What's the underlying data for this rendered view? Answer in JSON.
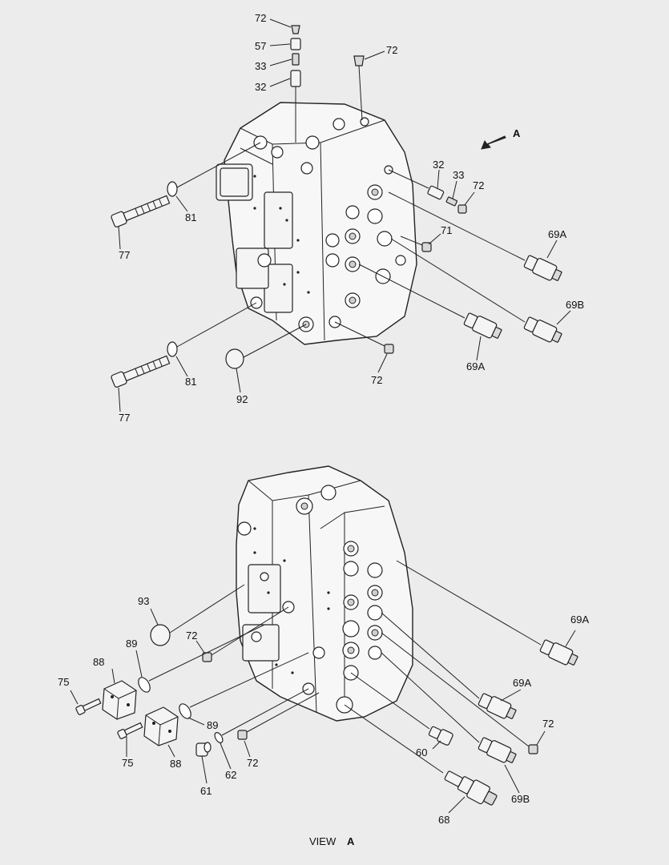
{
  "labels": {
    "l72a": "72",
    "l57": "57",
    "l33a": "33",
    "l32a": "32",
    "l72b": "72",
    "l_a": "A",
    "l32b": "32",
    "l33b": "33",
    "l72c": "72",
    "l81a": "81",
    "l77a": "77",
    "l71": "71",
    "l69a1": "69A",
    "l69b1": "69B",
    "l69a2": "69A",
    "l72d": "72",
    "l81b": "81",
    "l77b": "77",
    "l92": "92",
    "l93": "93",
    "l72e": "72",
    "l89a": "89",
    "l69a3": "69A",
    "l88a": "88",
    "l75a": "75",
    "l69a4": "69A",
    "l89b": "89",
    "l72f": "72",
    "l75b": "75",
    "l88b": "88",
    "l60": "60",
    "l62": "62",
    "l72g": "72",
    "l61": "61",
    "l69b2": "69B",
    "l68": "68"
  },
  "caption": {
    "view": "VIEW",
    "letter": "A"
  }
}
